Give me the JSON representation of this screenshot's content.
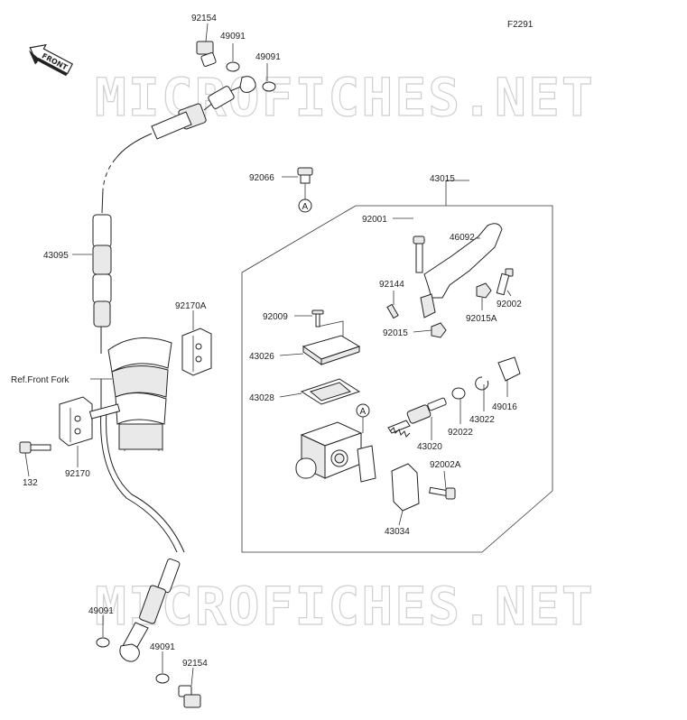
{
  "figure_code": "F2291",
  "watermark": "MICROFICHES.NET",
  "front_label": "FRONT",
  "ref_label": "Ref.Front Fork",
  "callout_letter": "A",
  "parts": [
    {
      "id": "p01",
      "label": "92154"
    },
    {
      "id": "p02",
      "label": "49091"
    },
    {
      "id": "p03",
      "label": "49091"
    },
    {
      "id": "p04",
      "label": "43095"
    },
    {
      "id": "p05",
      "label": "92066"
    },
    {
      "id": "p06",
      "label": "43015"
    },
    {
      "id": "p07",
      "label": "92001"
    },
    {
      "id": "p08",
      "label": "46092"
    },
    {
      "id": "p09",
      "label": "92144"
    },
    {
      "id": "p10",
      "label": "92002"
    },
    {
      "id": "p11",
      "label": "92015A"
    },
    {
      "id": "p12",
      "label": "92015"
    },
    {
      "id": "p13",
      "label": "92009"
    },
    {
      "id": "p14",
      "label": "43026"
    },
    {
      "id": "p15",
      "label": "43028"
    },
    {
      "id": "p16",
      "label": "49016"
    },
    {
      "id": "p17",
      "label": "43022"
    },
    {
      "id": "p18",
      "label": "92022"
    },
    {
      "id": "p19",
      "label": "43020"
    },
    {
      "id": "p20",
      "label": "92002A"
    },
    {
      "id": "p21",
      "label": "43034"
    },
    {
      "id": "p22",
      "label": "92170A"
    },
    {
      "id": "p23",
      "label": "92170"
    },
    {
      "id": "p24",
      "label": "132"
    },
    {
      "id": "p25",
      "label": "49091"
    },
    {
      "id": "p26",
      "label": "49091"
    },
    {
      "id": "p27",
      "label": "92154"
    }
  ]
}
